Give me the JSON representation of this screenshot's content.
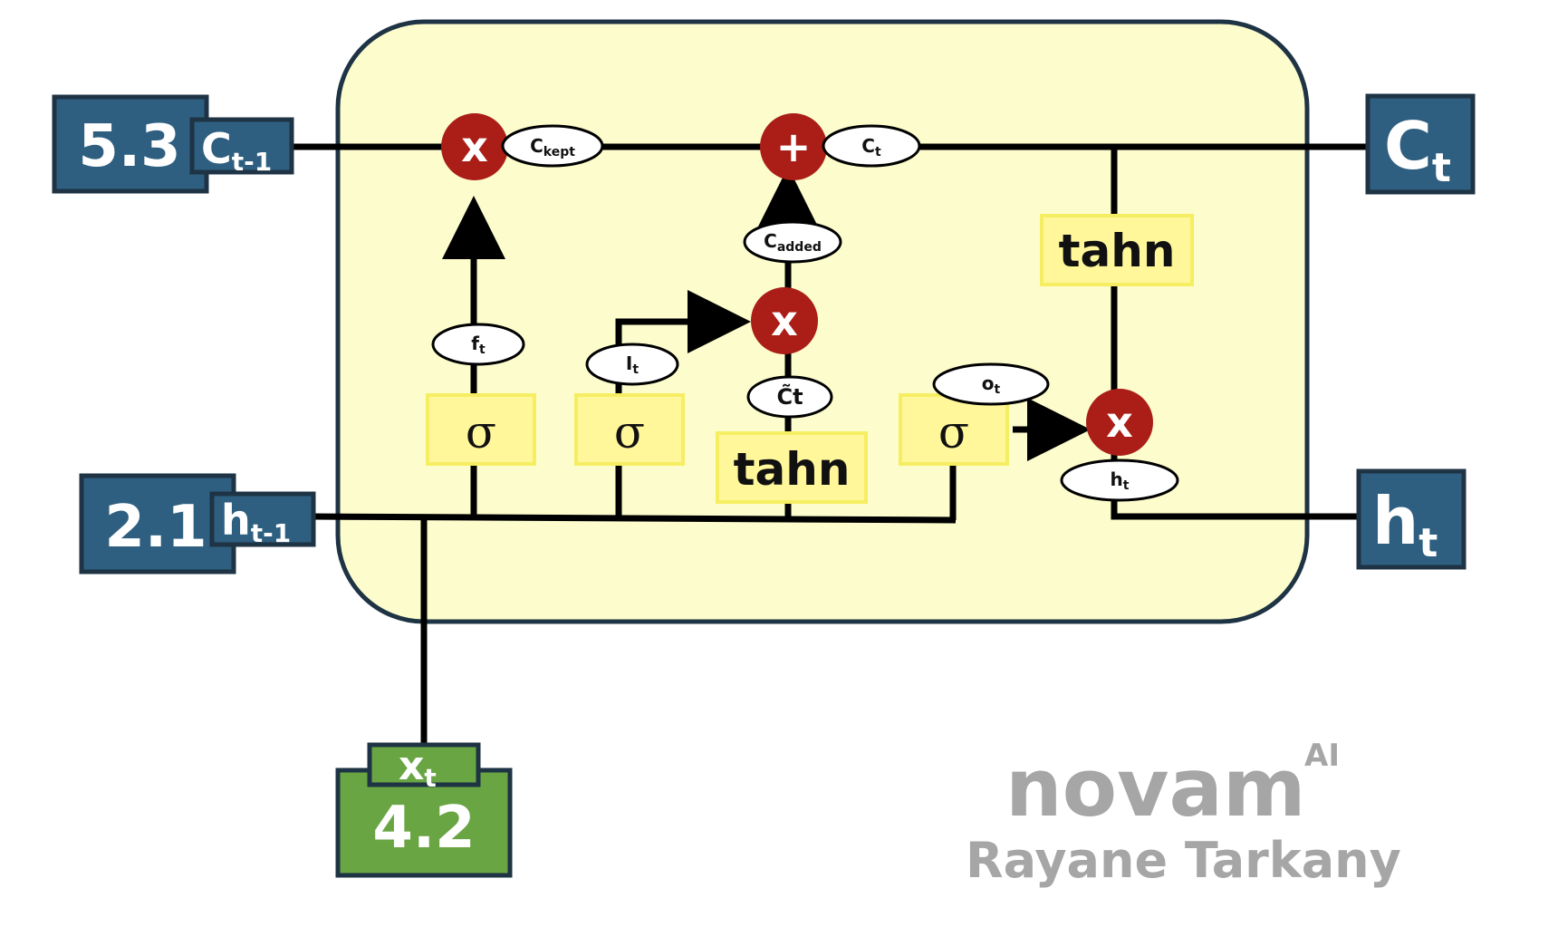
{
  "colors": {
    "cell_fill": "#fdfccc",
    "io_blue": "#2f5f80",
    "io_green": "#6aa544",
    "op_red": "#aa1e17",
    "gate_yellow": "#fff79a",
    "line": "#000000",
    "watermark": "#a6a6a6"
  },
  "inputs": {
    "c_prev": {
      "value": "5.3",
      "symbol": "C",
      "subscript": "t-1"
    },
    "h_prev": {
      "value": "2.1",
      "symbol": "h",
      "subscript": "t-1"
    },
    "x_t": {
      "value": "4.2",
      "symbol": "x",
      "subscript": "t"
    }
  },
  "outputs": {
    "c_t": {
      "symbol": "C",
      "subscript": "t"
    },
    "h_t": {
      "symbol": "h",
      "subscript": "t"
    }
  },
  "operators": {
    "forget_mult": "x",
    "input_mult": "x",
    "add": "+",
    "output_mult": "x"
  },
  "gates": {
    "forget_sigma": "σ",
    "input_sigma": "σ",
    "output_sigma": "σ",
    "candidate_tanh": "tahn",
    "cell_tanh": "tahn"
  },
  "labels": {
    "f_t": {
      "main": "f",
      "sub": "t"
    },
    "i_t": {
      "main": "I",
      "sub": "t"
    },
    "c_tilde": {
      "main": "C̃t",
      "sub": ""
    },
    "o_t": {
      "main": "o",
      "sub": "t"
    },
    "h_t_small": {
      "main": "h",
      "sub": "t"
    },
    "c_kept": {
      "main": "C",
      "sub": "kept"
    },
    "c_t_small": {
      "main": "C",
      "sub": "t"
    },
    "c_added": {
      "main": "C",
      "sub": "added"
    }
  },
  "watermark": {
    "brand": "novam",
    "brand_suffix": "AI",
    "author": "Rayane Tarkany"
  }
}
